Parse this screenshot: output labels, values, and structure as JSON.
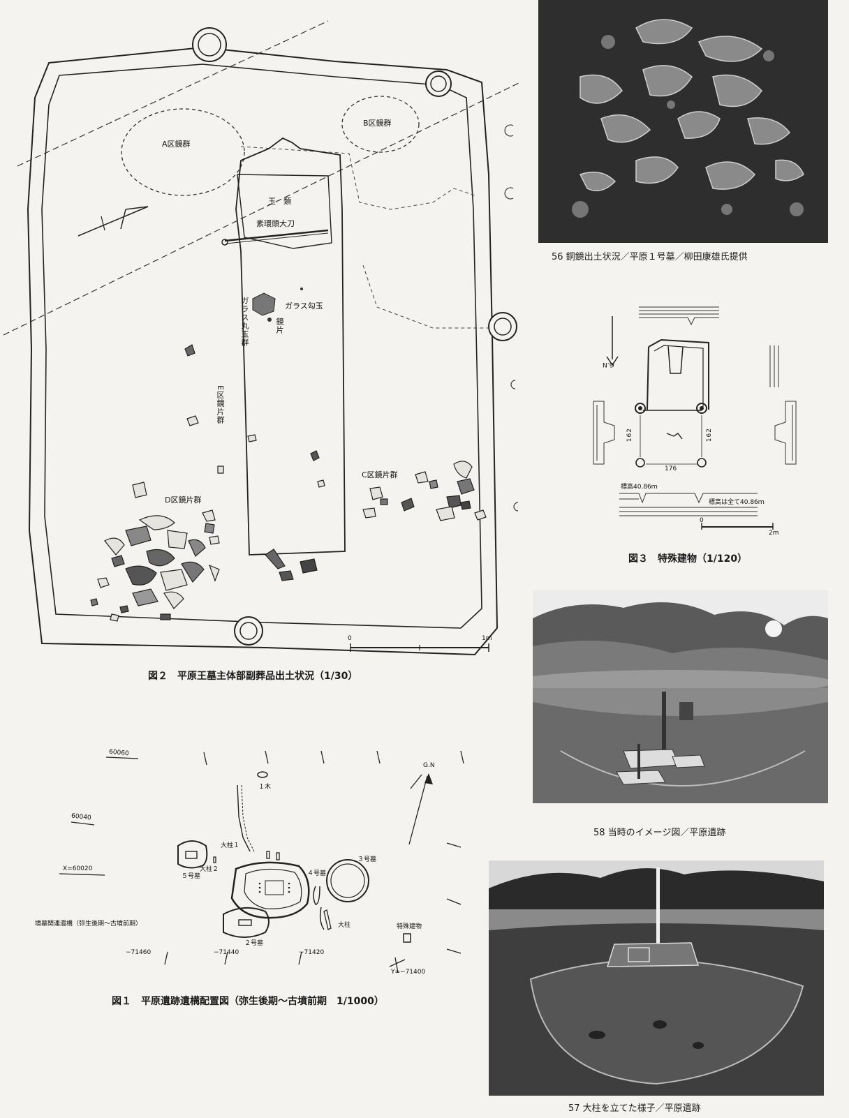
{
  "fig2": {
    "caption": "図２　平原王墓主体部副葬品出土状況（1/30）",
    "labels": {
      "a_zone": "A区鏡群",
      "b_zone": "B区鏡群",
      "beads": "玉　類",
      "sword": "素環頭大刀",
      "glass_magatama": "ガラス勾玉",
      "glass_marudama": "ガラス丸玉群",
      "mirror_piece": "鏡片",
      "e_zone": "E区鏡片群",
      "c_zone": "C区鏡片群",
      "d_zone": "D区鏡片群"
    },
    "scale": {
      "zero": "0",
      "max": "1m"
    }
  },
  "photo56": {
    "caption": "56 銅鏡出土状況／平原１号墓／柳田康雄氏提供"
  },
  "fig3": {
    "caption": "図３　特殊建物（1/120）",
    "labels": {
      "gn": "G.N",
      "dim_left": "162",
      "dim_right": "162",
      "dim_bottom": "176",
      "elev_left": "標高40.86ｍ",
      "elev_right": "標高は全て40.86ｍ"
    },
    "scale": {
      "zero": "0",
      "max": "2m"
    }
  },
  "photo58": {
    "caption": "58 当時のイメージ図／平原遺跡"
  },
  "fig1": {
    "caption": "図１　平原遺跡遺構配置図（弥生後期～古墳前期　1/1000）",
    "labels": {
      "n60060": "60060",
      "n60040": "60040",
      "x60020": "X=60020",
      "tree1": "１木",
      "gn": "G.N",
      "pillar1": "大柱１",
      "pillar2": "大柱２",
      "tomb5": "５号墓",
      "tomb4": "４号墓",
      "tomb3": "３号墓",
      "tomb2": "２号墓",
      "pillar": "大柱",
      "special_bldg": "特殊建物",
      "period": "墳墓関連遺構（弥生後期～古墳前期）",
      "y71460": "−71460",
      "y71440": "−71440",
      "y71420": "−71420",
      "y71400": "Y=−71400"
    }
  },
  "photo57": {
    "caption": "57 大柱を立てた様子／平原遺跡"
  }
}
